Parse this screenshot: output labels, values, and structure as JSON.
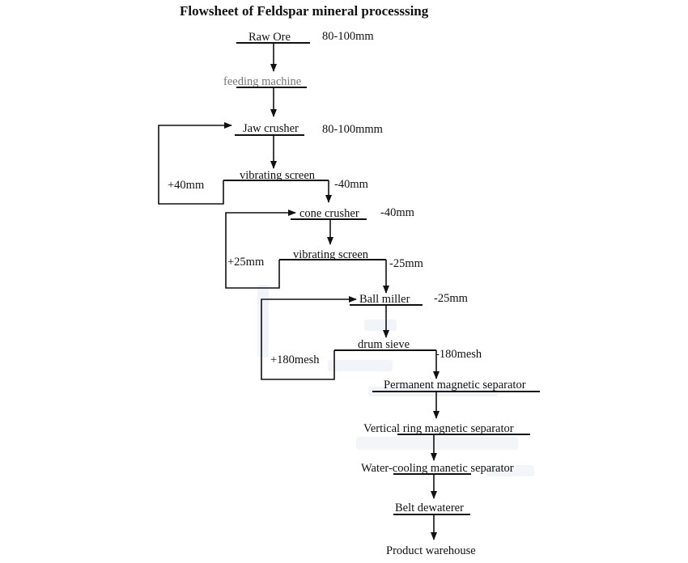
{
  "title": "Flowsheet of Feldspar mineral processsing",
  "nodes": {
    "raw_ore": "Raw Ore",
    "feeding_machine": "feeding machine",
    "jaw_crusher": "Jaw crusher",
    "vibrating_screen_1": "vibrating screen",
    "cone_crusher": "cone crusher",
    "vibrating_screen_2": "vibrating screen",
    "ball_miller": "Ball miller",
    "drum_sieve": "drum sieve",
    "permanent_magnetic_separator": "Permanent magnetic separator",
    "vertical_ring_magnetic_separator": "Vertical ring magnetic separator",
    "water_cooling_magnetic_separator": "Water-cooling manetic separator",
    "belt_dewaterer": "Belt dewaterer",
    "product_warehouse": "Product warehouse"
  },
  "annotations": {
    "raw_ore_size": "80-100mm",
    "jaw_crusher_size": "80-100mmm",
    "screen1_oversize": "+40mm",
    "screen1_undersize": "-40mm",
    "cone_crusher_size": "-40mm",
    "screen2_oversize": "+25mm",
    "screen2_undersize": "-25mm",
    "ball_miller_size": "-25mm",
    "sieve_oversize": "+180mesh",
    "sieve_undersize": "-180mesh"
  },
  "colors": {
    "line": "#111111",
    "faded_text": "#777777",
    "watermark": "#e8ecf3"
  }
}
